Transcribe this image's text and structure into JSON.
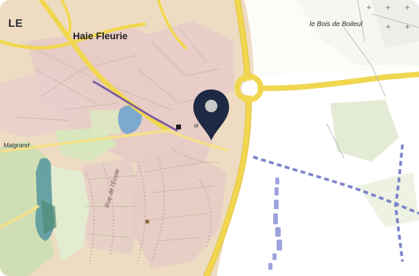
{
  "map": {
    "labels": {
      "le": "LE",
      "haie_fleurie": "Haie Fleurie",
      "bois": "le Bois de Boileul",
      "malgrand": "Malgrand",
      "road": "Rue de l'École",
      "station": "st"
    },
    "icons": {
      "location_pin": "map-pin-icon",
      "poi": "square-marker-icon"
    },
    "colors": {
      "pin": "#1e2a44",
      "main_road": "#f1d74f",
      "urban": "#e6c9c7",
      "vegetation": "#cfdfb3",
      "water": "#6f9fb6",
      "rail": "#6f78c8"
    }
  }
}
